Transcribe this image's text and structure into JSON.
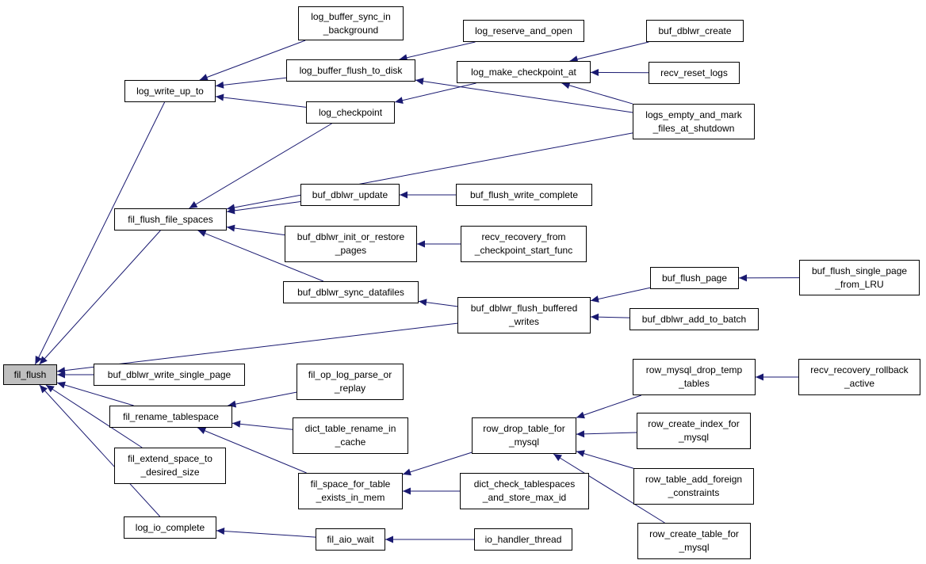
{
  "nodes": {
    "fil_flush": "fil_flush",
    "log_write_up_to": "log_write_up_to",
    "log_buffer_sync_in_background": "log_buffer_sync_in\n_background",
    "log_buffer_flush_to_disk": "log_buffer_flush_to_disk",
    "log_reserve_and_open": "log_reserve_and_open",
    "log_checkpoint": "log_checkpoint",
    "log_make_checkpoint_at": "log_make_checkpoint_at",
    "buf_dblwr_create": "buf_dblwr_create",
    "recv_reset_logs": "recv_reset_logs",
    "logs_empty_and_mark_files_at_shutdown": "logs_empty_and_mark\n_files_at_shutdown",
    "fil_flush_file_spaces": "fil_flush_file_spaces",
    "buf_dblwr_update": "buf_dblwr_update",
    "buf_flush_write_complete": "buf_flush_write_complete",
    "buf_dblwr_init_or_restore_pages": "buf_dblwr_init_or_restore\n_pages",
    "recv_recovery_from_checkpoint_start_func": "recv_recovery_from\n_checkpoint_start_func",
    "buf_dblwr_sync_datafiles": "buf_dblwr_sync_datafiles",
    "buf_dblwr_flush_buffered_writes": "buf_dblwr_flush_buffered\n_writes",
    "buf_flush_page": "buf_flush_page",
    "buf_flush_single_page_from_LRU": "buf_flush_single_page\n_from_LRU",
    "buf_dblwr_add_to_batch": "buf_dblwr_add_to_batch",
    "buf_dblwr_write_single_page": "buf_dblwr_write_single_page",
    "fil_rename_tablespace": "fil_rename_tablespace",
    "fil_op_log_parse_or_replay": "fil_op_log_parse_or\n_replay",
    "dict_table_rename_in_cache": "dict_table_rename_in\n_cache",
    "fil_space_for_table_exists_in_mem": "fil_space_for_table\n_exists_in_mem",
    "row_drop_table_for_mysql": "row_drop_table_for\n_mysql",
    "dict_check_tablespaces_and_store_max_id": "dict_check_tablespaces\n_and_store_max_id",
    "row_mysql_drop_temp_tables": "row_mysql_drop_temp\n_tables",
    "recv_recovery_rollback_active": "recv_recovery_rollback\n_active",
    "row_create_index_for_mysql": "row_create_index_for\n_mysql",
    "row_table_add_foreign_constraints": "row_table_add_foreign\n_constraints",
    "row_create_table_for_mysql": "row_create_table_for\n_mysql",
    "fil_extend_space_to_desired_size": "fil_extend_space_to\n_desired_size",
    "log_io_complete": "log_io_complete",
    "fil_aio_wait": "fil_aio_wait",
    "io_handler_thread": "io_handler_thread"
  },
  "edges": [
    [
      "log_write_up_to",
      "fil_flush"
    ],
    [
      "fil_flush_file_spaces",
      "fil_flush"
    ],
    [
      "buf_dblwr_flush_buffered_writes",
      "fil_flush"
    ],
    [
      "buf_dblwr_write_single_page",
      "fil_flush"
    ],
    [
      "fil_rename_tablespace",
      "fil_flush"
    ],
    [
      "fil_extend_space_to_desired_size",
      "fil_flush"
    ],
    [
      "log_io_complete",
      "fil_flush"
    ],
    [
      "log_buffer_sync_in_background",
      "log_write_up_to"
    ],
    [
      "log_buffer_flush_to_disk",
      "log_write_up_to"
    ],
    [
      "log_checkpoint",
      "log_write_up_to"
    ],
    [
      "log_reserve_and_open",
      "log_buffer_flush_to_disk"
    ],
    [
      "logs_empty_and_mark_files_at_shutdown",
      "log_buffer_flush_to_disk"
    ],
    [
      "log_make_checkpoint_at",
      "log_checkpoint"
    ],
    [
      "buf_dblwr_create",
      "log_make_checkpoint_at"
    ],
    [
      "recv_reset_logs",
      "log_make_checkpoint_at"
    ],
    [
      "logs_empty_and_mark_files_at_shutdown",
      "log_make_checkpoint_at"
    ],
    [
      "log_checkpoint",
      "fil_flush_file_spaces"
    ],
    [
      "logs_empty_and_mark_files_at_shutdown",
      "fil_flush_file_spaces"
    ],
    [
      "buf_dblwr_update",
      "fil_flush_file_spaces"
    ],
    [
      "buf_dblwr_init_or_restore_pages",
      "fil_flush_file_spaces"
    ],
    [
      "buf_dblwr_sync_datafiles",
      "fil_flush_file_spaces"
    ],
    [
      "buf_flush_write_complete",
      "buf_dblwr_update"
    ],
    [
      "recv_recovery_from_checkpoint_start_func",
      "buf_dblwr_init_or_restore_pages"
    ],
    [
      "buf_dblwr_flush_buffered_writes",
      "buf_dblwr_sync_datafiles"
    ],
    [
      "buf_flush_page",
      "buf_dblwr_flush_buffered_writes"
    ],
    [
      "buf_dblwr_add_to_batch",
      "buf_dblwr_flush_buffered_writes"
    ],
    [
      "buf_flush_single_page_from_LRU",
      "buf_flush_page"
    ],
    [
      "fil_op_log_parse_or_replay",
      "fil_rename_tablespace"
    ],
    [
      "dict_table_rename_in_cache",
      "fil_rename_tablespace"
    ],
    [
      "fil_space_for_table_exists_in_mem",
      "fil_rename_tablespace"
    ],
    [
      "row_drop_table_for_mysql",
      "fil_space_for_table_exists_in_mem"
    ],
    [
      "dict_check_tablespaces_and_store_max_id",
      "fil_space_for_table_exists_in_mem"
    ],
    [
      "row_mysql_drop_temp_tables",
      "row_drop_table_for_mysql"
    ],
    [
      "row_create_index_for_mysql",
      "row_drop_table_for_mysql"
    ],
    [
      "row_table_add_foreign_constraints",
      "row_drop_table_for_mysql"
    ],
    [
      "row_create_table_for_mysql",
      "row_drop_table_for_mysql"
    ],
    [
      "recv_recovery_rollback_active",
      "row_mysql_drop_temp_tables"
    ],
    [
      "fil_aio_wait",
      "log_io_complete"
    ],
    [
      "io_handler_thread",
      "fil_aio_wait"
    ]
  ],
  "colors": {
    "edge": "#191970",
    "root_fill": "#bfbfbf",
    "node_fill": "#ffffff",
    "border": "#000000"
  }
}
